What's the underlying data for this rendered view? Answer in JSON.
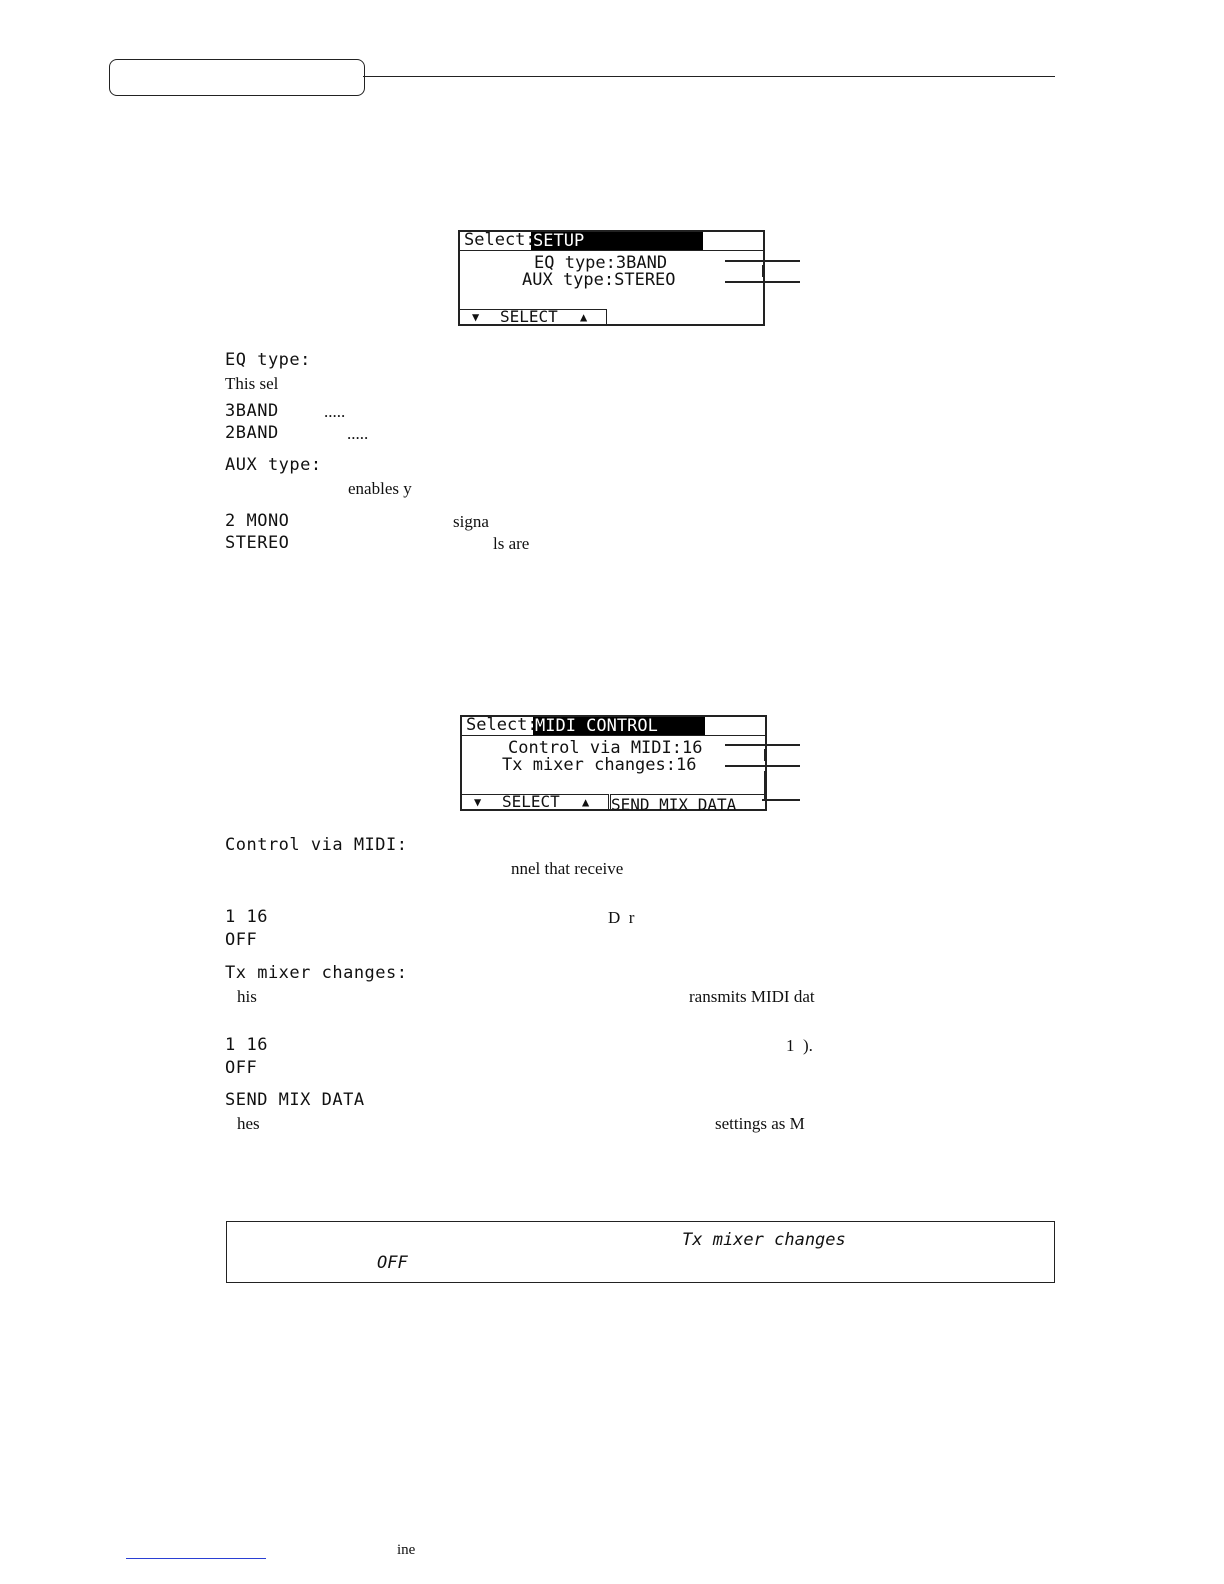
{
  "screen1": {
    "select_label": "Select:",
    "select_value": "SETUP",
    "line1": "EQ type:3BAND",
    "line2": "AUX type:STEREO",
    "footer": "SELECT"
  },
  "section1": {
    "eq_heading": "EQ type:",
    "eq_desc": "This sel",
    "opt1_name": "3BAND",
    "opt1_text": ".....",
    "opt2_name": "2BAND",
    "opt2_text": ".....",
    "aux_heading": "AUX type:",
    "aux_desc": "enables y",
    "opt3_name": "2 MONO",
    "opt3_text": "signa",
    "opt4_name": "STEREO",
    "opt4_text": "ls are"
  },
  "screen2": {
    "select_label": "Select:",
    "select_value": "MIDI CONTROL",
    "line1": "Control via MIDI:16",
    "line2": "Tx mixer changes:16",
    "footer": "SELECT",
    "footer_right": "SEND MIX DATA"
  },
  "section2": {
    "control_heading": "Control via MIDI:",
    "control_desc": "nnel that receive",
    "opt1_name": "1 16",
    "opt1_text": "D  r",
    "opt2_name": "OFF",
    "tx_heading": "Tx mixer changes:",
    "tx_desc_left": "his",
    "tx_desc_right": "ransmits MIDI dat",
    "opt3_name": "1 16",
    "opt3_text": "1  ).",
    "opt4_name": "OFF",
    "send_heading": "SEND MIX DATA",
    "send_desc_left": "hes",
    "send_desc_right": "settings as M"
  },
  "note": {
    "text1": "Tx mixer changes",
    "text2": "OFF"
  },
  "footer": {
    "text": "ine"
  }
}
